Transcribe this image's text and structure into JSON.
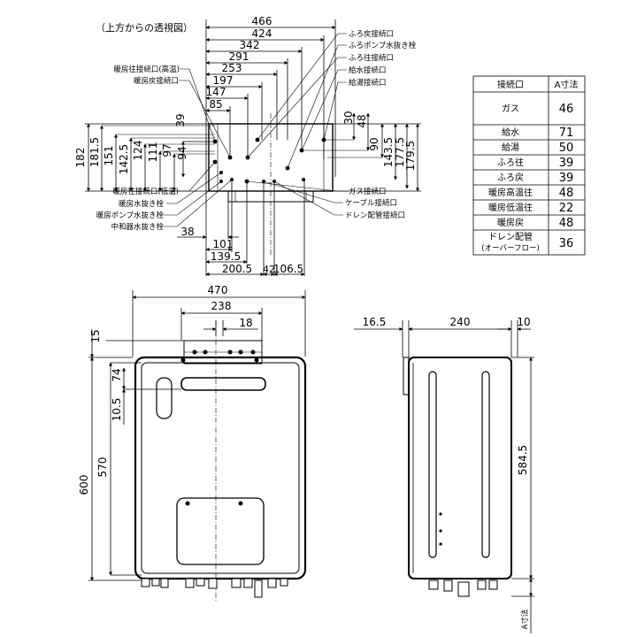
{
  "top_view": {
    "caption": "（上方からの透視図）",
    "horizontal_dims": [
      "466",
      "424",
      "342",
      "291",
      "253",
      "197",
      "147",
      "85"
    ],
    "bottom_dims": {
      "d38": "38",
      "d101": "101",
      "d139_5": "139.5",
      "d200_5": "200.5",
      "d42": "42",
      "d106_5": "106.5"
    },
    "left_dims": [
      "182",
      "181.5",
      "151",
      "142.5",
      "124",
      "111",
      "97",
      "94",
      "39"
    ],
    "right_dims": [
      "30",
      "48",
      "90",
      "143.5",
      "177.5",
      "179.5"
    ],
    "left_labels": {
      "heating_supply_high": "暖房往接続口(高温)",
      "heating_return": "暖房戻接続口",
      "heating_supply_low": "暖房往接続口(低温)",
      "heating_drain_plug": "暖房水抜き栓",
      "heating_pump_drain": "暖房ポンプ水抜き栓",
      "neutralizer_drain": "中和器水抜き栓"
    },
    "right_labels": {
      "bath_return": "ふろ戻接続口",
      "bath_pump_drain": "ふろポンプ水抜き栓",
      "bath_supply": "ふろ往接続口",
      "water_supply": "給水接続口",
      "hot_water": "給湯接続口",
      "gas": "ガス接続口",
      "cable": "ケーブル接続口",
      "drain_pipe": "ドレン配管接続口"
    }
  },
  "table": {
    "headers": [
      "接続口",
      "A寸法"
    ],
    "rows": [
      {
        "name": "ガス",
        "value": "46"
      },
      {
        "name": "給水",
        "value": "71"
      },
      {
        "name": "給湯",
        "value": "50"
      },
      {
        "name": "ふろ往",
        "value": "39"
      },
      {
        "name": "ふろ戻",
        "value": "39"
      },
      {
        "name": "暖房高温往",
        "value": "48"
      },
      {
        "name": "暖房低温往",
        "value": "22"
      },
      {
        "name": "暖房戻",
        "value": "48"
      },
      {
        "name": "ドレン配管",
        "value": "36"
      }
    ],
    "drain_note": "(オーバーフロー)"
  },
  "front_view": {
    "width": "470",
    "bracket_width": "238",
    "offset": "18",
    "top_offset": "15",
    "d74": "74",
    "d10_5": "10.5",
    "height": "600",
    "inner_height": "570"
  },
  "side_view": {
    "d16_5": "16.5",
    "depth": "240",
    "d10": "10",
    "height": "584.5",
    "a_dim": "A寸法"
  }
}
